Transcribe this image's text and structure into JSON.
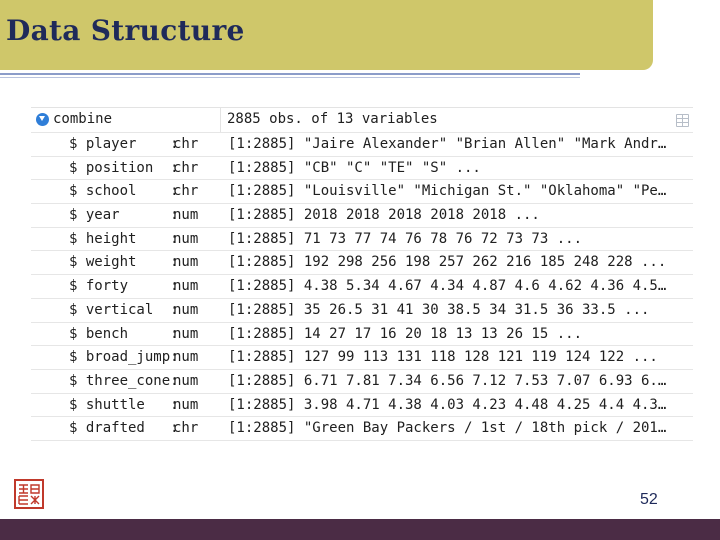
{
  "slide": {
    "title": "Data Structure",
    "page_number": "52"
  },
  "colors": {
    "banner": "#cfc76a",
    "title_text": "#1f2a5a",
    "footer_bar": "#4b2c45",
    "toggle_icon": "#2f7ed8"
  },
  "environment": {
    "object": {
      "name": "combine",
      "summary": "2885 obs. of 13 variables",
      "toggle_icon": "expand-collapse-icon",
      "view_icon": "grid-view-icon"
    },
    "variables": [
      {
        "name": "$ player    :",
        "type": "chr",
        "preview": "[1:2885] \"Jaire Alexander\" \"Brian Allen\" \"Mark Andr…"
      },
      {
        "name": "$ position  :",
        "type": "chr",
        "preview": "[1:2885] \"CB\" \"C\" \"TE\" \"S\" ..."
      },
      {
        "name": "$ school    :",
        "type": "chr",
        "preview": "[1:2885] \"Louisville\" \"Michigan St.\" \"Oklahoma\" \"Pe…"
      },
      {
        "name": "$ year      :",
        "type": "num",
        "preview": "[1:2885] 2018 2018 2018 2018 2018 ..."
      },
      {
        "name": "$ height    :",
        "type": "num",
        "preview": "[1:2885] 71 73 77 74 76 78 76 72 73 73 ..."
      },
      {
        "name": "$ weight    :",
        "type": "num",
        "preview": "[1:2885] 192 298 256 198 257 262 216 185 248 228 ..."
      },
      {
        "name": "$ forty     :",
        "type": "num",
        "preview": "[1:2885] 4.38 5.34 4.67 4.34 4.87 4.6 4.62 4.36 4.5…"
      },
      {
        "name": "$ vertical  :",
        "type": "num",
        "preview": "[1:2885] 35 26.5 31 41 30 38.5 34 31.5 36 33.5 ..."
      },
      {
        "name": "$ bench     :",
        "type": "num",
        "preview": "[1:2885] 14 27 17 16 20 18 13 13 26 15 ..."
      },
      {
        "name": "$ broad_jump:",
        "type": "num",
        "preview": "[1:2885] 127 99 113 131 118 128 121 119 124 122 ..."
      },
      {
        "name": "$ three_cone:",
        "type": "num",
        "preview": "[1:2885] 6.71 7.81 7.34 6.56 7.12 7.53 7.07 6.93 6.…"
      },
      {
        "name": "$ shuttle   :",
        "type": "num",
        "preview": "[1:2885] 3.98 4.71 4.38 4.03 4.23 4.48 4.25 4.4 4.3…"
      },
      {
        "name": "$ drafted   :",
        "type": "chr",
        "preview": "[1:2885] \"Green Bay Packers / 1st / 18th pick / 201…"
      }
    ]
  },
  "logo": {
    "name": "seal-logo-icon"
  }
}
